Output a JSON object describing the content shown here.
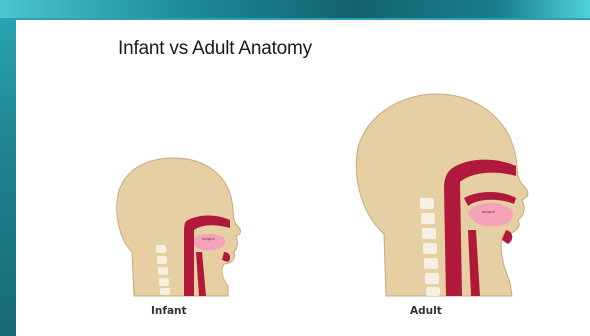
{
  "slide": {
    "title": "Infant vs Adult Anatomy"
  },
  "figures": [
    {
      "caption": "Infant",
      "tongue_label": "tongue"
    },
    {
      "caption": "Adult",
      "tongue_label": "tongue"
    }
  ],
  "colors": {
    "skin": "#e6cfa3",
    "airway": "#b0193b",
    "tongue": "#f4a3b8",
    "vertebra": "#f6f0e0",
    "frame": "#1f8793"
  }
}
